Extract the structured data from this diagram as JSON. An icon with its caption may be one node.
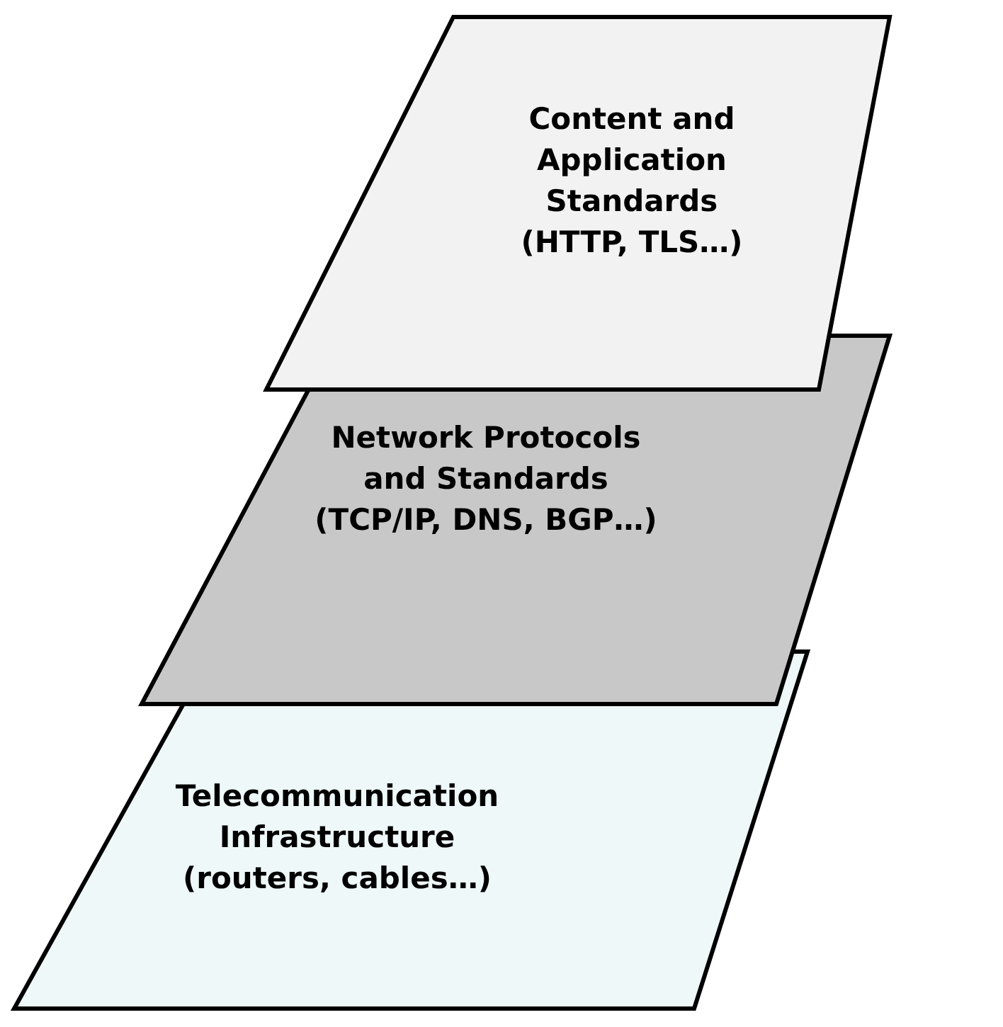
{
  "diagram": {
    "nodes": [
      {
        "text": [
          "Content and Application Standards (HTTP, TLS…)"
        ]
      },
      {
        "text": [
          "Network Protocols and Standards (TCP/IP, DNS, BGP…)"
        ]
      },
      {
        "text": [
          "Telecommunication Infrastructure (routers, cables…)"
        ]
      }
    ]
  }
}
